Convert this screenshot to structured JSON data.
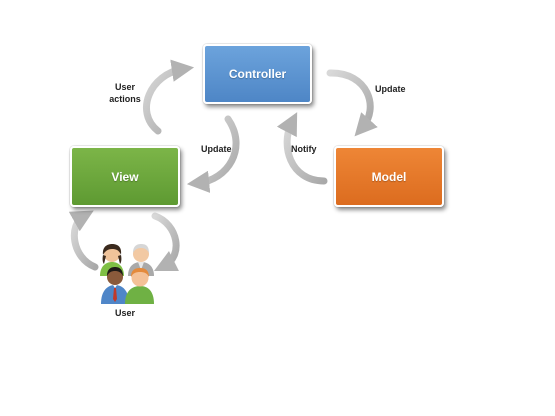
{
  "nodes": {
    "controller": {
      "label": "Controller",
      "color": "#5b95d3"
    },
    "view": {
      "label": "View",
      "color": "#6ca93c"
    },
    "model": {
      "label": "Model",
      "color": "#e77626"
    }
  },
  "edges": {
    "view_to_controller": {
      "label": "User\nactions"
    },
    "controller_to_view": {
      "label": "Update"
    },
    "controller_to_model": {
      "label": "Update"
    },
    "model_to_controller": {
      "label": "Notify"
    }
  },
  "users": {
    "label": "User",
    "icon": "users-group-icon"
  },
  "colors": {
    "arrow": "#bdbdbd"
  }
}
